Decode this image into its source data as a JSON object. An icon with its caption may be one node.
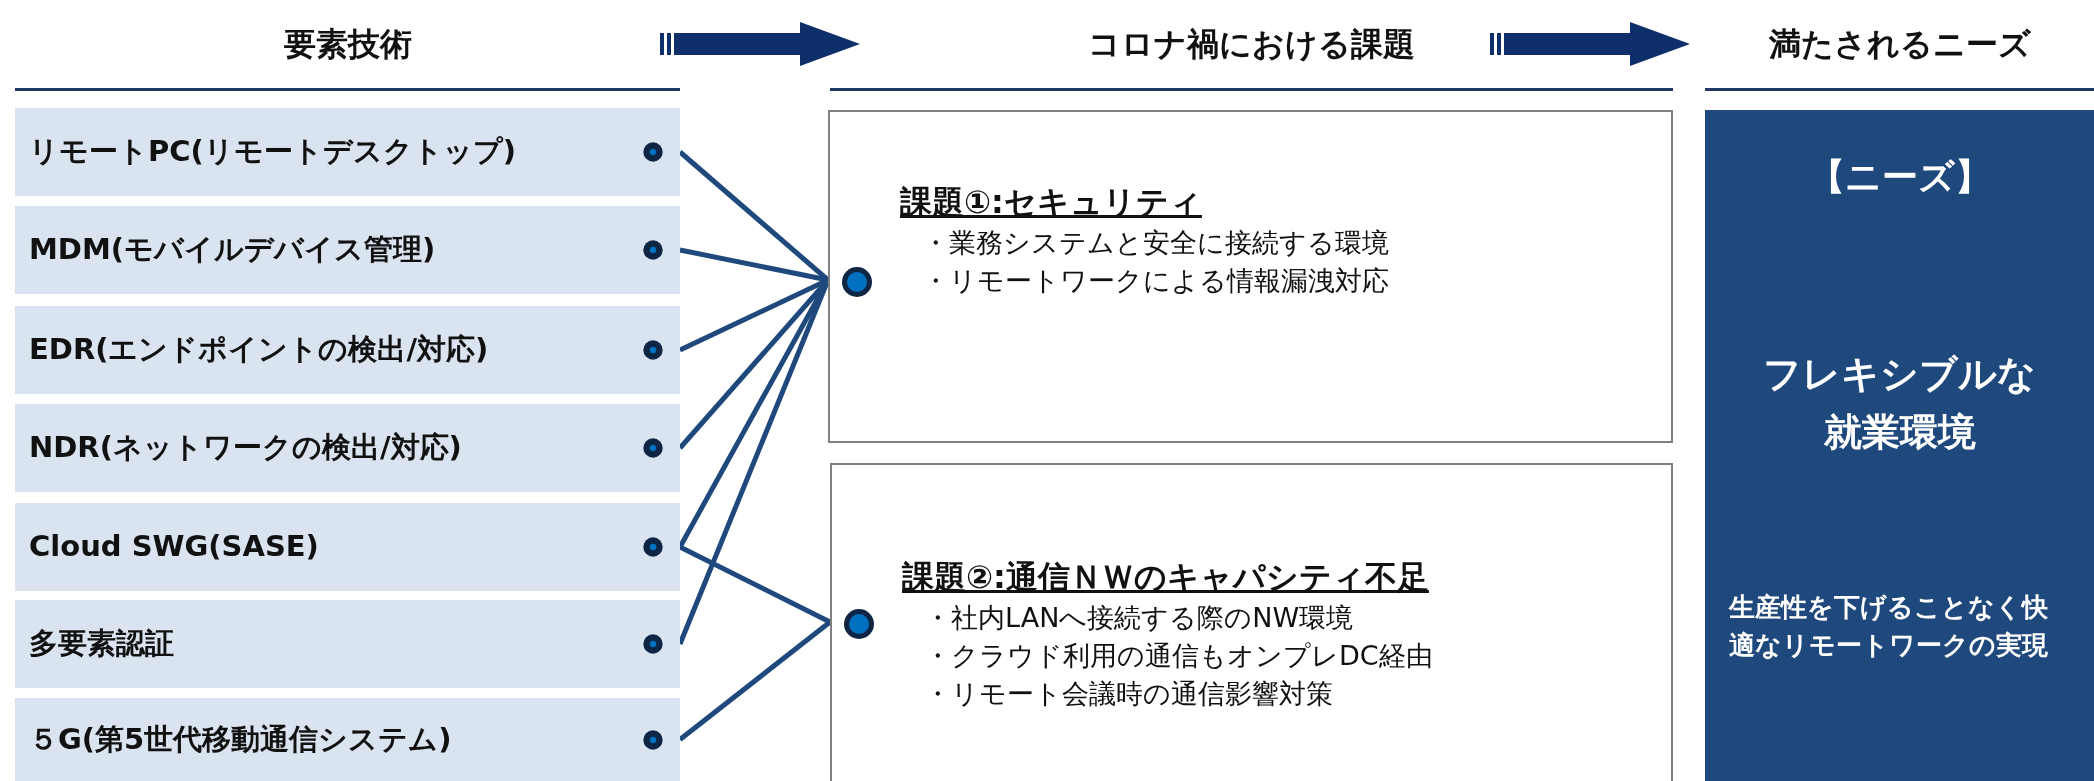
{
  "diagram": {
    "nodes": [
      {
        "text": [
          "リモートPC(リモートデスクトップ)"
        ]
      },
      {
        "text": [
          "MDM(モバイルデバイス管理)"
        ]
      },
      {
        "text": [
          "EDR(エンドポイントの検出/対応)"
        ]
      },
      {
        "text": [
          "NDR(ネットワークの検出/対応)"
        ]
      },
      {
        "text": [
          "Cloud SWG(SASE)"
        ]
      },
      {
        "text": [
          "多要素認証"
        ]
      },
      {
        "text": [
          "５G(第5世代移動通信システム)"
        ]
      },
      {
        "text": [
          "課題①:セキュリティ",
          "・業務システムと安全に接続する環境",
          "・リモートワークによる情報漏洩対応"
        ]
      },
      {
        "text": [
          "課題②:通信ＮＷのキャパシティ不足",
          "・社内LANへ接続する際のNW環境",
          "・クラウド利用の通信もオンプレDC経由",
          "・リモート会議時の通信影響対策"
        ]
      },
      {
        "text": [
          "【ニーズ】",
          "フレキシブルな就業環境",
          "生産性を下げることなく快適なリモートワークの実現"
        ]
      }
    ],
    "edges": [
      {
        "from": 0,
        "to": 7,
        "arrow": "none"
      },
      {
        "from": 1,
        "to": 7,
        "arrow": "none"
      },
      {
        "from": 2,
        "to": 7,
        "arrow": "none"
      },
      {
        "from": 3,
        "to": 7,
        "arrow": "none"
      },
      {
        "from": 4,
        "to": 7,
        "arrow": "none"
      },
      {
        "from": 5,
        "to": 7,
        "arrow": "none"
      },
      {
        "from": 4,
        "to": 8,
        "arrow": "none"
      },
      {
        "from": 6,
        "to": 8,
        "arrow": "none"
      }
    ],
    "labels": [
      "要素技術",
      "コロナ禍における課題",
      "満たされるニーズ"
    ]
  }
}
